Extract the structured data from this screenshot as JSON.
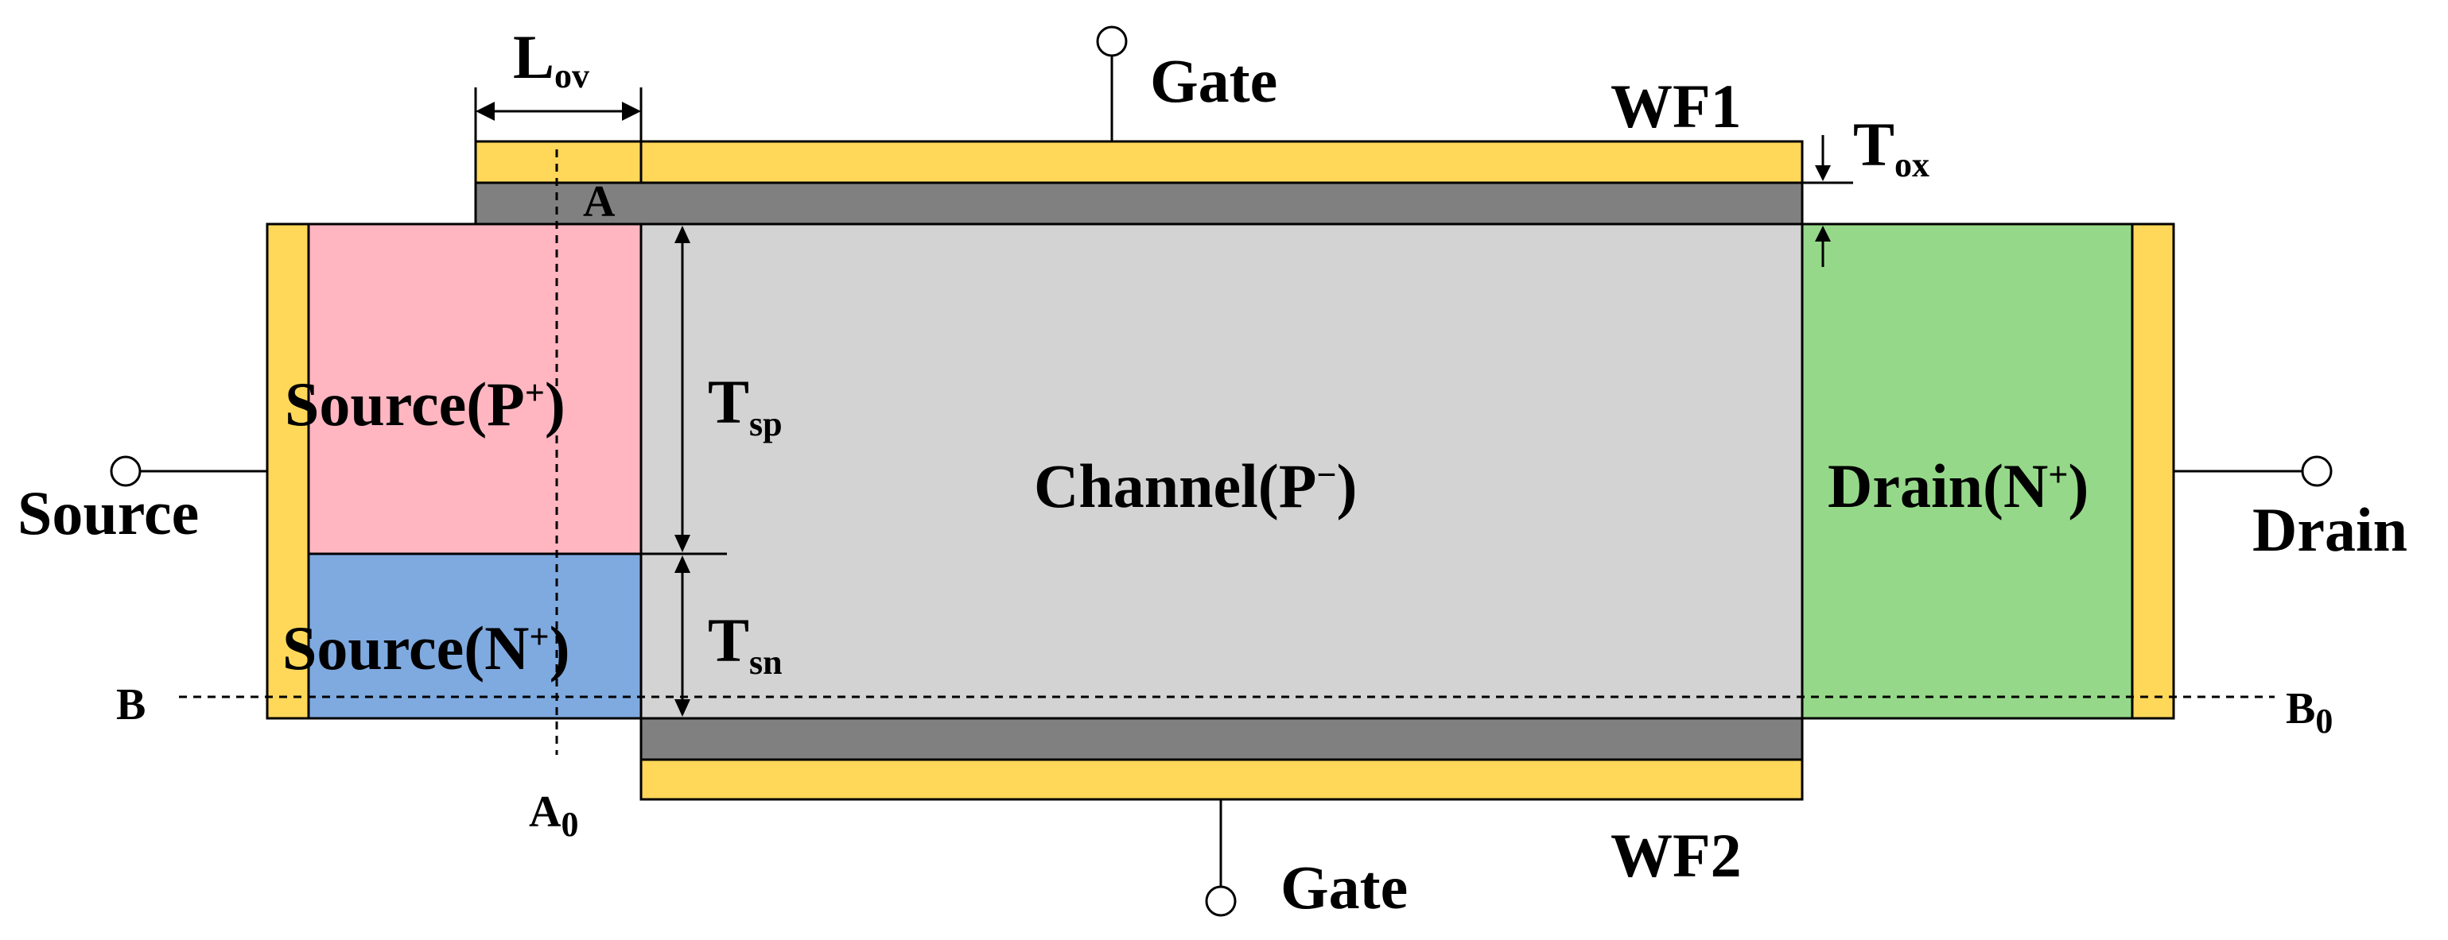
{
  "colors": {
    "metal": "#FFD85A",
    "oxide": "#808080",
    "source_p": "#FFB6C1",
    "source_n": "#7FAAE0",
    "channel": "#D3D3D3",
    "drain": "#96D88A"
  },
  "labels": {
    "gate_top": "Gate",
    "gate_bottom": "Gate",
    "wf1": "WF1",
    "wf2": "WF2",
    "source_terminal": "Source",
    "drain_terminal": "Drain",
    "source_p_region": "Source(P",
    "source_p_sup": "+",
    "source_n_region": "Source(N",
    "source_n_sup": "+",
    "channel_region": "Channel(P",
    "channel_sup": "−",
    "drain_region": "Drain(N",
    "drain_sup": "+",
    "close_paren": ")",
    "l_ov_main": "L",
    "l_ov_sub": "ov",
    "t_ox_main": "T",
    "t_ox_sub": "ox",
    "t_sp_main": "T",
    "t_sp_sub": "sp",
    "t_sn_main": "T",
    "t_sn_sub": "sn",
    "point_a": "A",
    "point_a0_main": "A",
    "point_a0_sub": "0",
    "point_b": "B",
    "point_b0_main": "B",
    "point_b0_sub": "0"
  }
}
